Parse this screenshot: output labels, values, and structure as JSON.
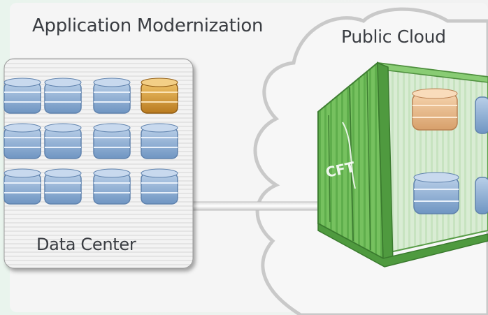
{
  "diagram": {
    "title": "Application Modernization",
    "cloud_label": "Public Cloud",
    "datacenter_label": "Data Center",
    "container_logo": "CFT",
    "colors": {
      "db_blue": "#8fb0d4",
      "db_gold": "#d99a32",
      "db_tan": "#e6b98a",
      "container_green": "#6fbf5b",
      "cloud_outline": "#c9c9c9"
    }
  }
}
